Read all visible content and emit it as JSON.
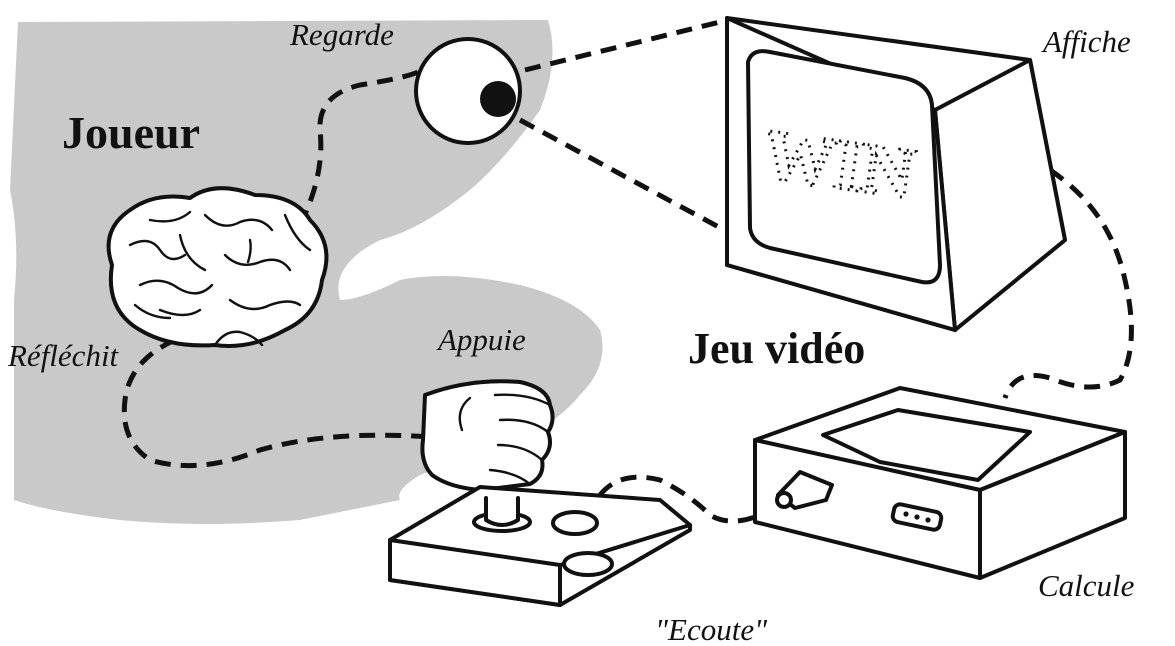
{
  "diagram": {
    "player_title": "Joueur",
    "game_title": "Jeu vidéo",
    "screen_text": "WIN",
    "labels": {
      "look": "Regarde",
      "think": "Réfléchit",
      "press": "Appuie",
      "display": "Affiche",
      "compute": "Calcule",
      "listen": "\"Ecoute\""
    },
    "colors": {
      "player_zone": "#c9c9c9",
      "ink": "#111111",
      "background": "#ffffff"
    }
  }
}
